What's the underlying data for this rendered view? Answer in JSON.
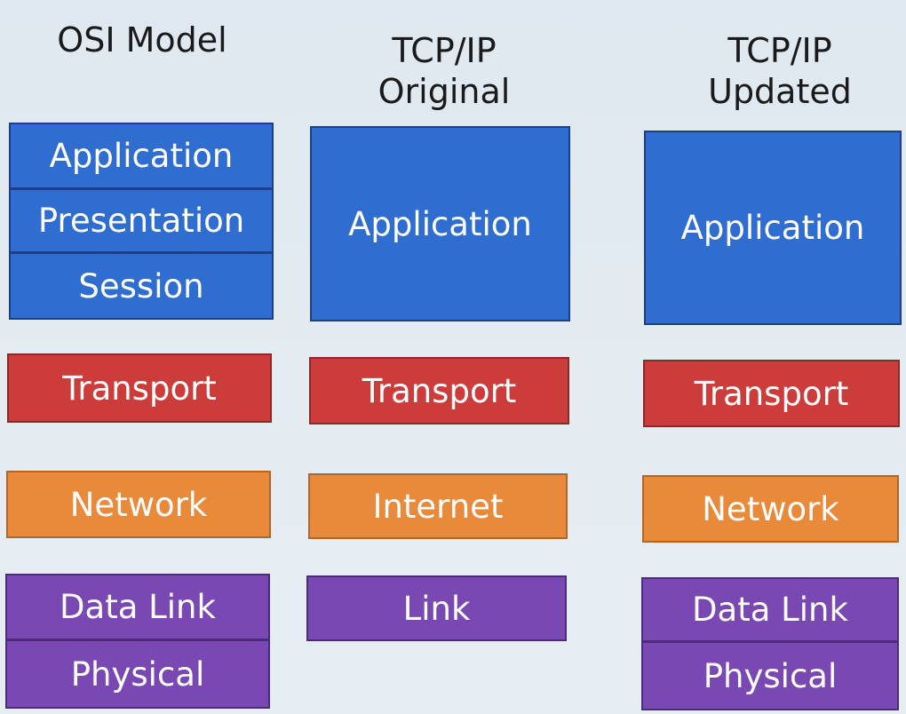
{
  "columns": [
    {
      "heading": "OSI Model",
      "layers": [
        "Application",
        "Presentation",
        "Session",
        "Transport",
        "Network",
        "Data Link",
        "Physical"
      ]
    },
    {
      "heading": "TCP/IP\nOriginal",
      "layers": [
        "Application",
        "Transport",
        "Internet",
        "Link"
      ]
    },
    {
      "heading": "TCP/IP\nUpdated",
      "layers": [
        "Application",
        "Transport",
        "Network",
        "Data Link",
        "Physical"
      ]
    }
  ],
  "colors": {
    "application": "#2f6dd1",
    "transport": "#cc3c3a",
    "network": "#e88a3a",
    "link": "#7a48b3"
  }
}
